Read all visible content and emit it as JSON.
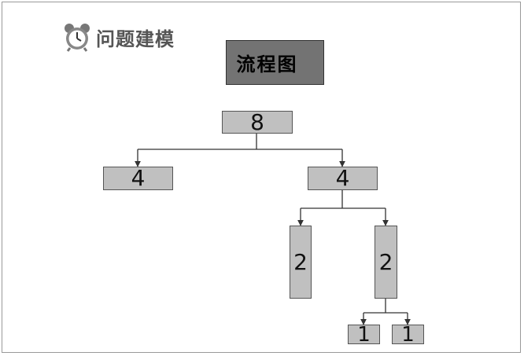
{
  "heading": {
    "text": "问题建模",
    "icon": "alarm-clock-icon"
  },
  "title": "流程图",
  "tree": {
    "root": "8",
    "level1": [
      "4",
      "4"
    ],
    "level2": [
      "2",
      "2"
    ],
    "level3": [
      "1",
      "1"
    ]
  },
  "colors": {
    "title_box": "#737373",
    "node_fill": "#c0c0c0",
    "node_border": "#555555",
    "line": "#333333"
  }
}
